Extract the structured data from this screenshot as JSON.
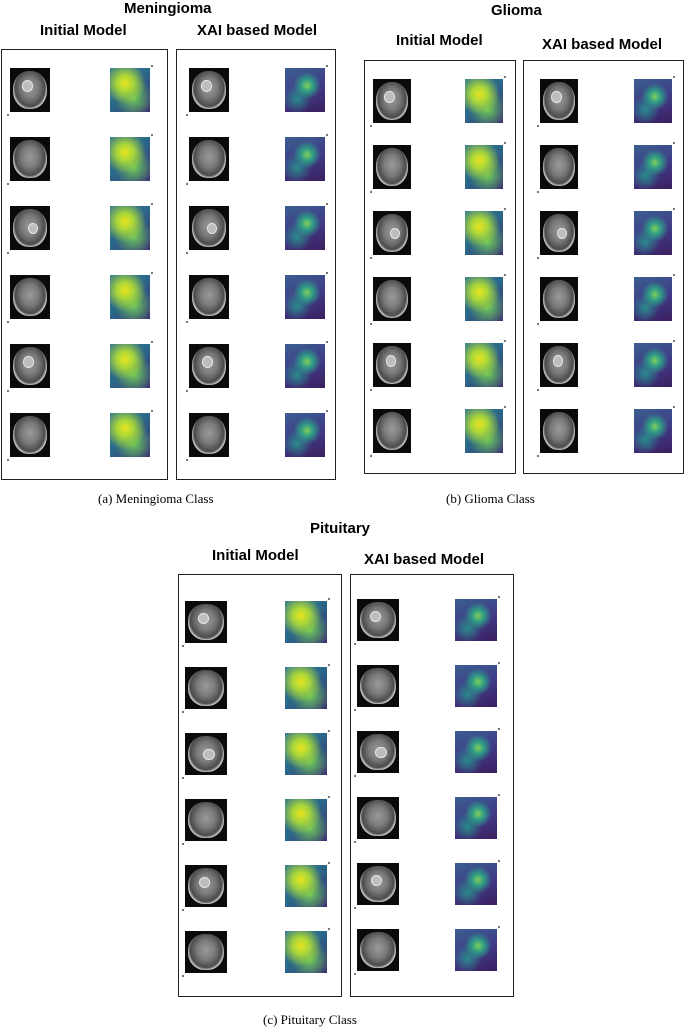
{
  "meningioma": {
    "title": "Meningioma",
    "initial_label": "Initial Model",
    "xai_label": "XAI based Model",
    "caption": "(a) Meningioma Class"
  },
  "glioma": {
    "title": "Glioma",
    "initial_label": "Initial Model",
    "xai_label": "XAI based Model",
    "caption": "(b) Glioma Class"
  },
  "pituitary": {
    "title": "Pituitary",
    "initial_label": "Initial Model",
    "xai_label": "XAI based Model",
    "caption": "(c) Pituitary Class"
  },
  "colors": {
    "panel_border": "#222222",
    "heatmap_high": "#e8e420",
    "heatmap_mid": "#2e9a86",
    "heatmap_low": "#3b1f5f"
  }
}
